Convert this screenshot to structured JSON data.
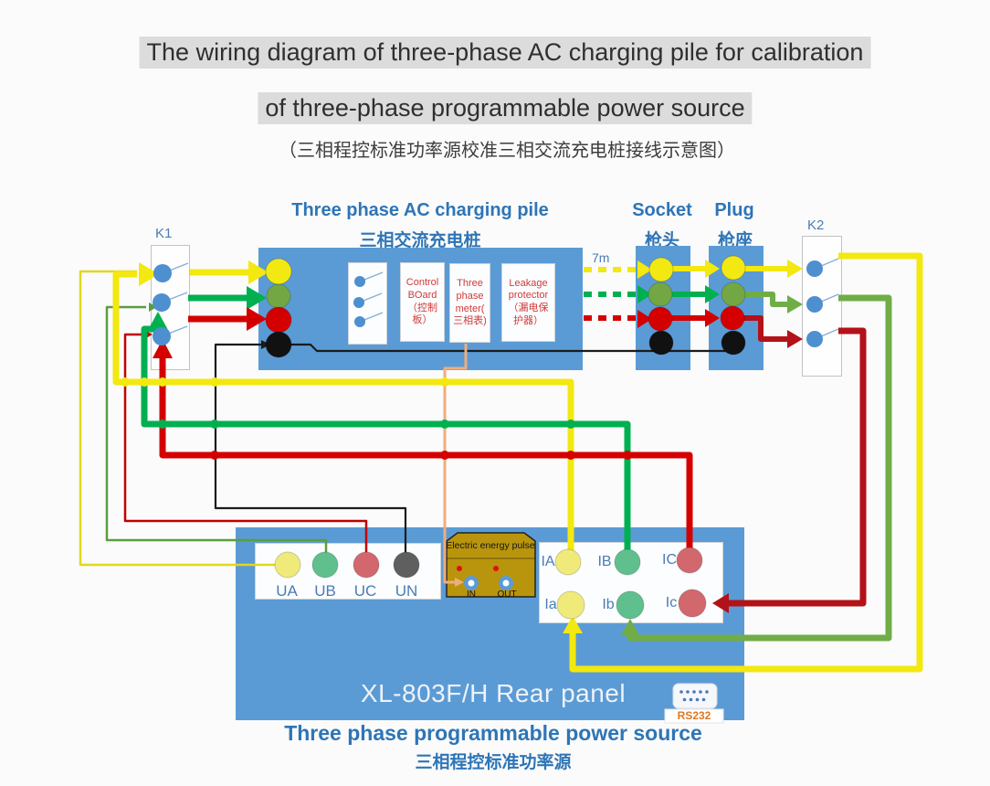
{
  "title": {
    "line1": "The wiring diagram of three-phase AC charging pile for calibration",
    "line2": "of three-phase programmable power source",
    "line3": "（三相程控标准功率源校准三相交流充电桩接线示意图）"
  },
  "charging_pile": {
    "heading_en": "Three phase AC charging pile",
    "heading_zh": "三相交流充电桩",
    "control_board": "Control BOard（控制板）",
    "meter": "Three phase meter(三相表)",
    "leakage_protector": "Leakage protector（漏电保护器）"
  },
  "connectors": {
    "socket_en": "Socket",
    "socket_zh": "枪头",
    "plug_en": "Plug",
    "plug_zh": "枪座",
    "cable_length": "7m"
  },
  "switches": {
    "k1": "K1",
    "k2": "K2"
  },
  "power_source": {
    "panel_title": "XL-803F/H  Rear panel",
    "caption_en": "Three phase programmable power source",
    "caption_zh": "三相程控标准功率源",
    "rs232_label": "RS232",
    "voltage_terminals": [
      "UA",
      "UB",
      "UC",
      "UN"
    ],
    "current_terminals_upper": [
      "IA",
      "IB",
      "IC"
    ],
    "current_terminals_lower": [
      "Ia",
      "Ib",
      "Ic"
    ],
    "pulse_box": {
      "title": "Electric energy pulse",
      "in_label": "IN",
      "out_label": "OUT"
    }
  },
  "colors": {
    "panel_blue": "#5b9bd5",
    "heading_blue": "#2e75b6",
    "label_blue": "#4a7cb5",
    "module_red_text": "#d03a3a",
    "title_bg": "#dcdcdc",
    "wire_yellow": "#f3e80f",
    "wire_yellow_thin": "#e0d81d",
    "wire_green": "#00b050",
    "wire_green_thin": "#5a9e3d",
    "wire_olive": "#70ad47",
    "wire_red": "#d40000",
    "wire_red_thin": "#c00000",
    "wire_red_dark": "#b21218",
    "wire_black": "#1b1b1b",
    "wire_orange": "#f0ad7c",
    "dot_blue": "#4e8fd0",
    "circle_yellow": "#f3e912",
    "circle_green": "#73a744",
    "circle_red": "#d40000",
    "circle_black": "#111111",
    "term_yellow": "#f0ea7a",
    "term_green": "#5fc08e",
    "term_red": "#d2686d",
    "term_gray": "#5f5f5f",
    "pulse_gold": "#b8950d",
    "rs232_orange": "#e07820"
  }
}
